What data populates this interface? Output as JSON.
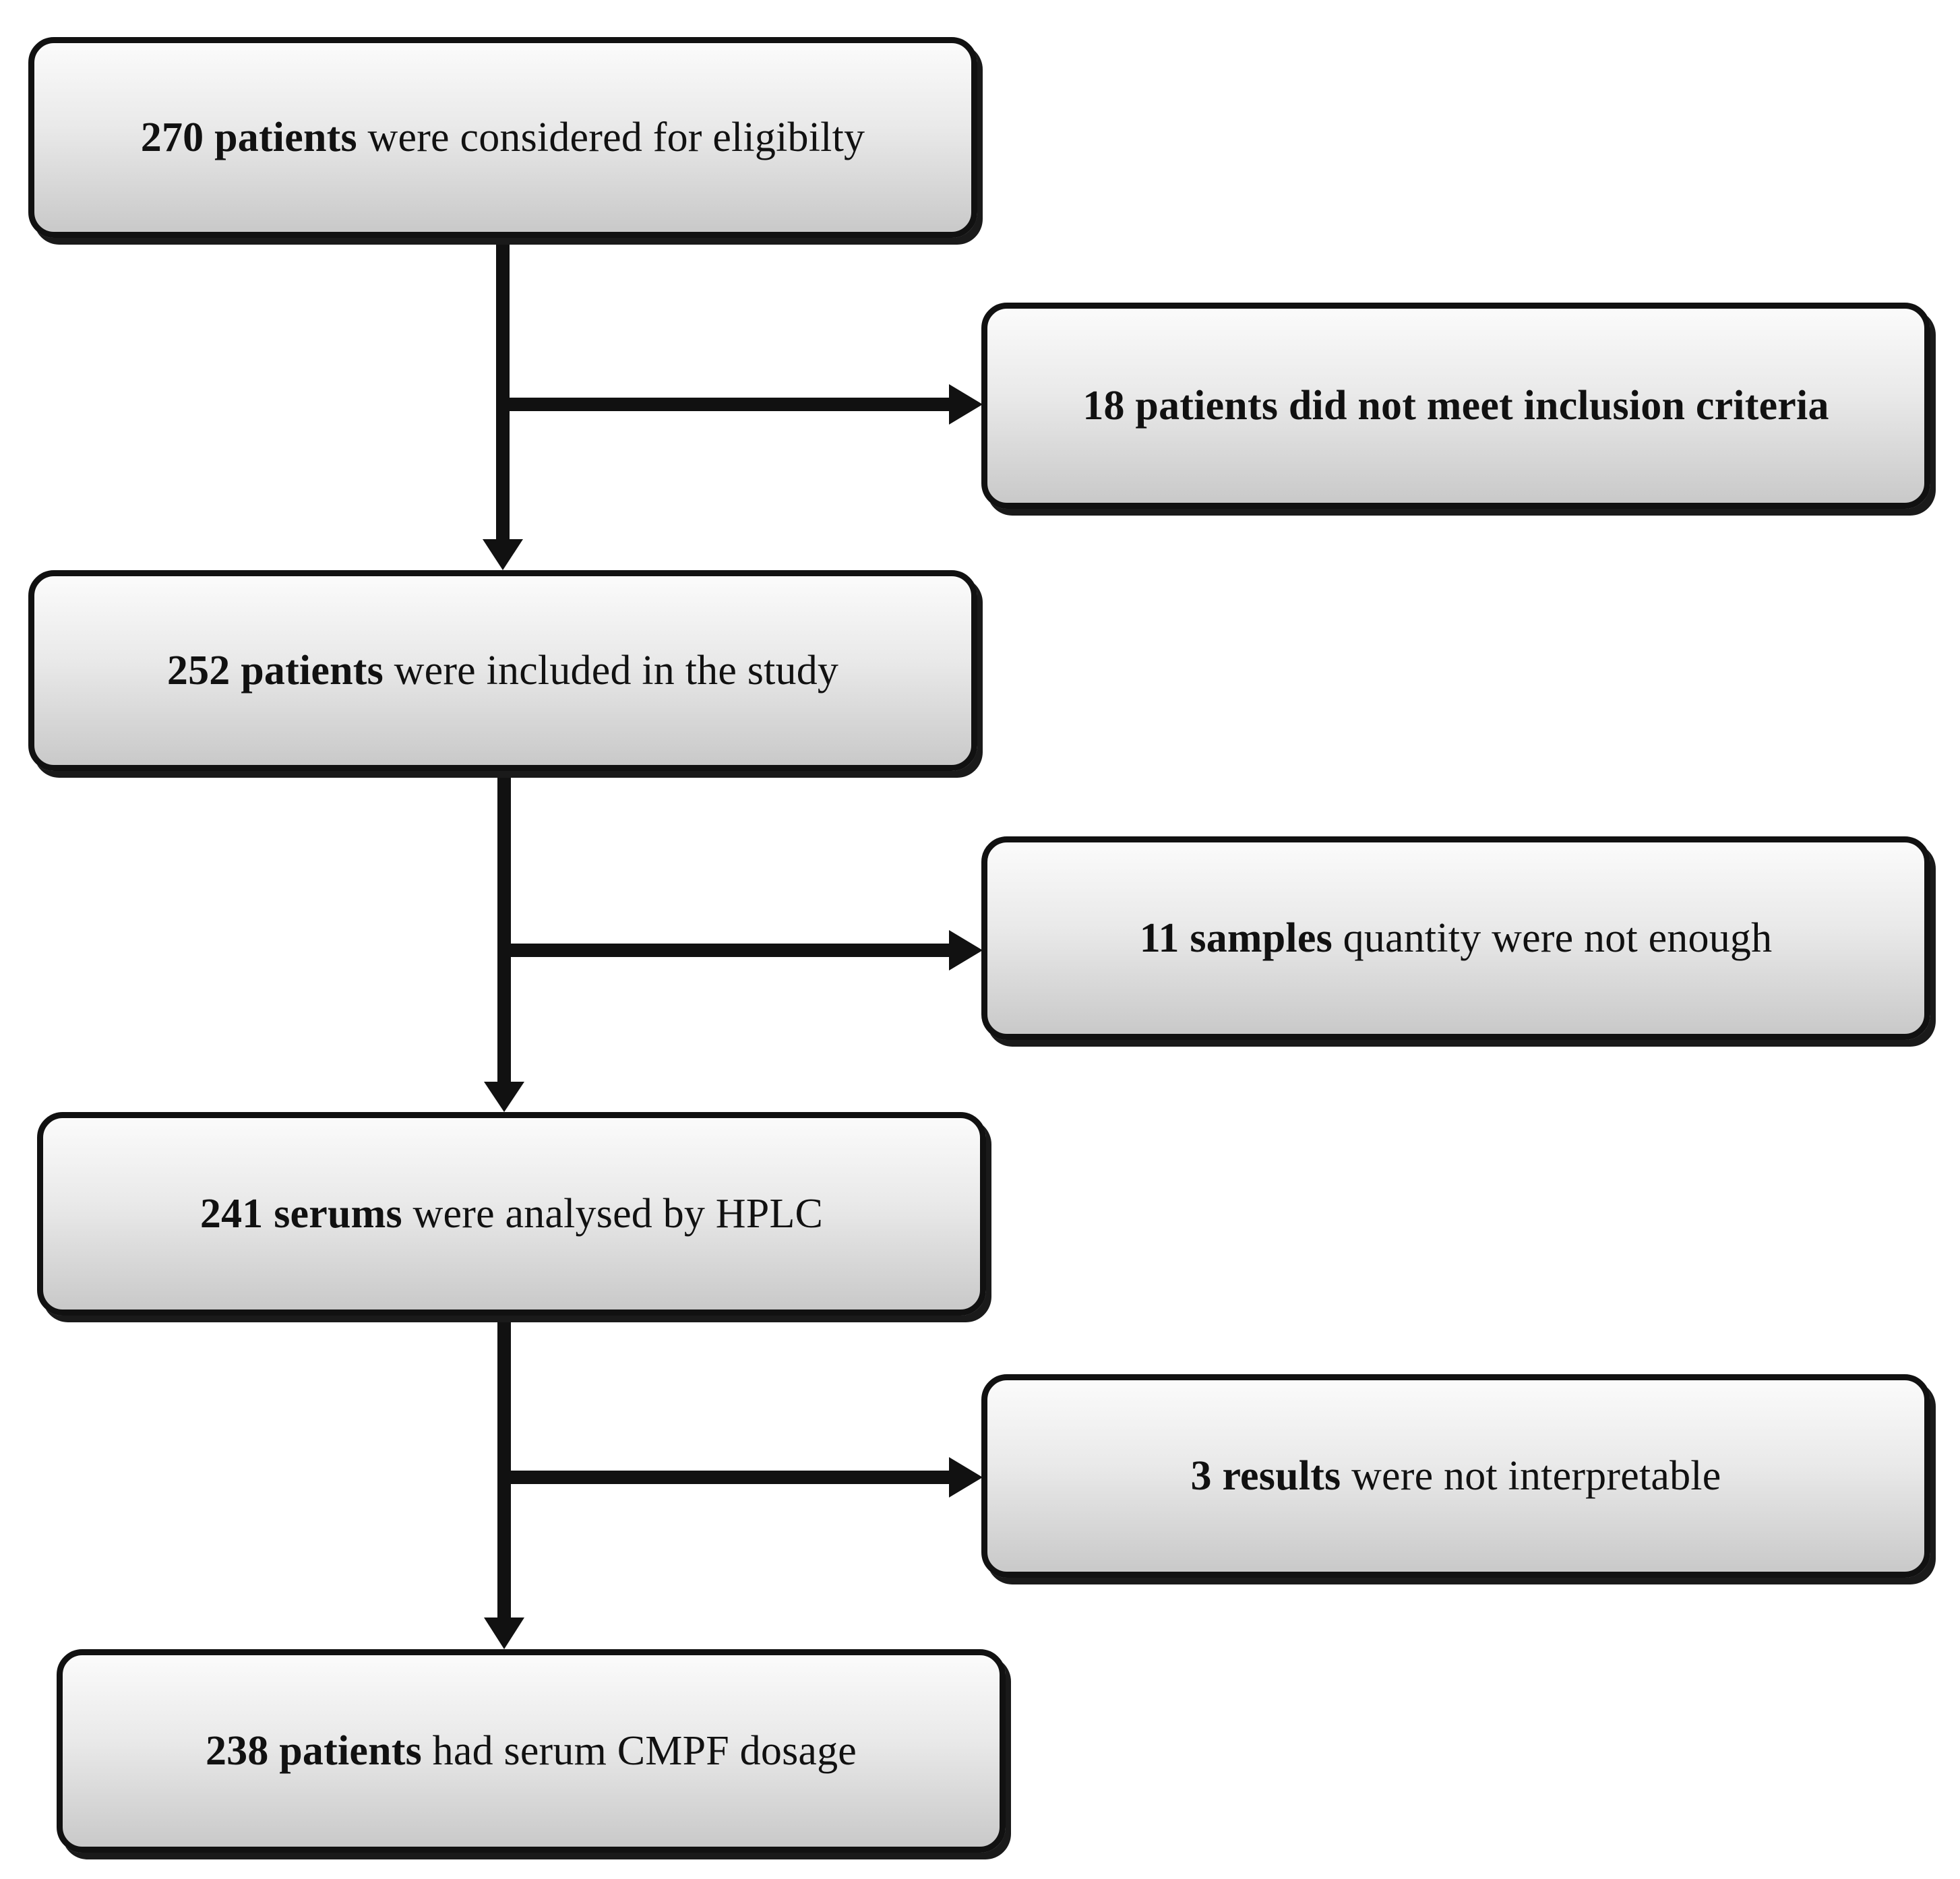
{
  "steps": [
    {
      "id": "s270",
      "bold": "270 patients",
      "rest": " were considered for eligibilty"
    },
    {
      "id": "s252",
      "bold": "252 patients",
      "rest": " were included in the study"
    },
    {
      "id": "s241",
      "bold": "241 serums",
      "rest": " were analysed by HPLC"
    },
    {
      "id": "s238",
      "bold": "238 patients",
      "rest": " had serum CMPF dosage"
    }
  ],
  "exclusions": [
    {
      "id": "e18",
      "bold": "18 patients did not meet inclusion criteria",
      "rest": ""
    },
    {
      "id": "e11",
      "bold": "11 samples",
      "rest": " quantity were not enough"
    },
    {
      "id": "e3",
      "bold": "3 results",
      "rest": " were not interpretable"
    }
  ],
  "colors": {
    "line": "#111111",
    "box_top": "#fbfbfb",
    "box_bottom": "#c9c9c9"
  }
}
